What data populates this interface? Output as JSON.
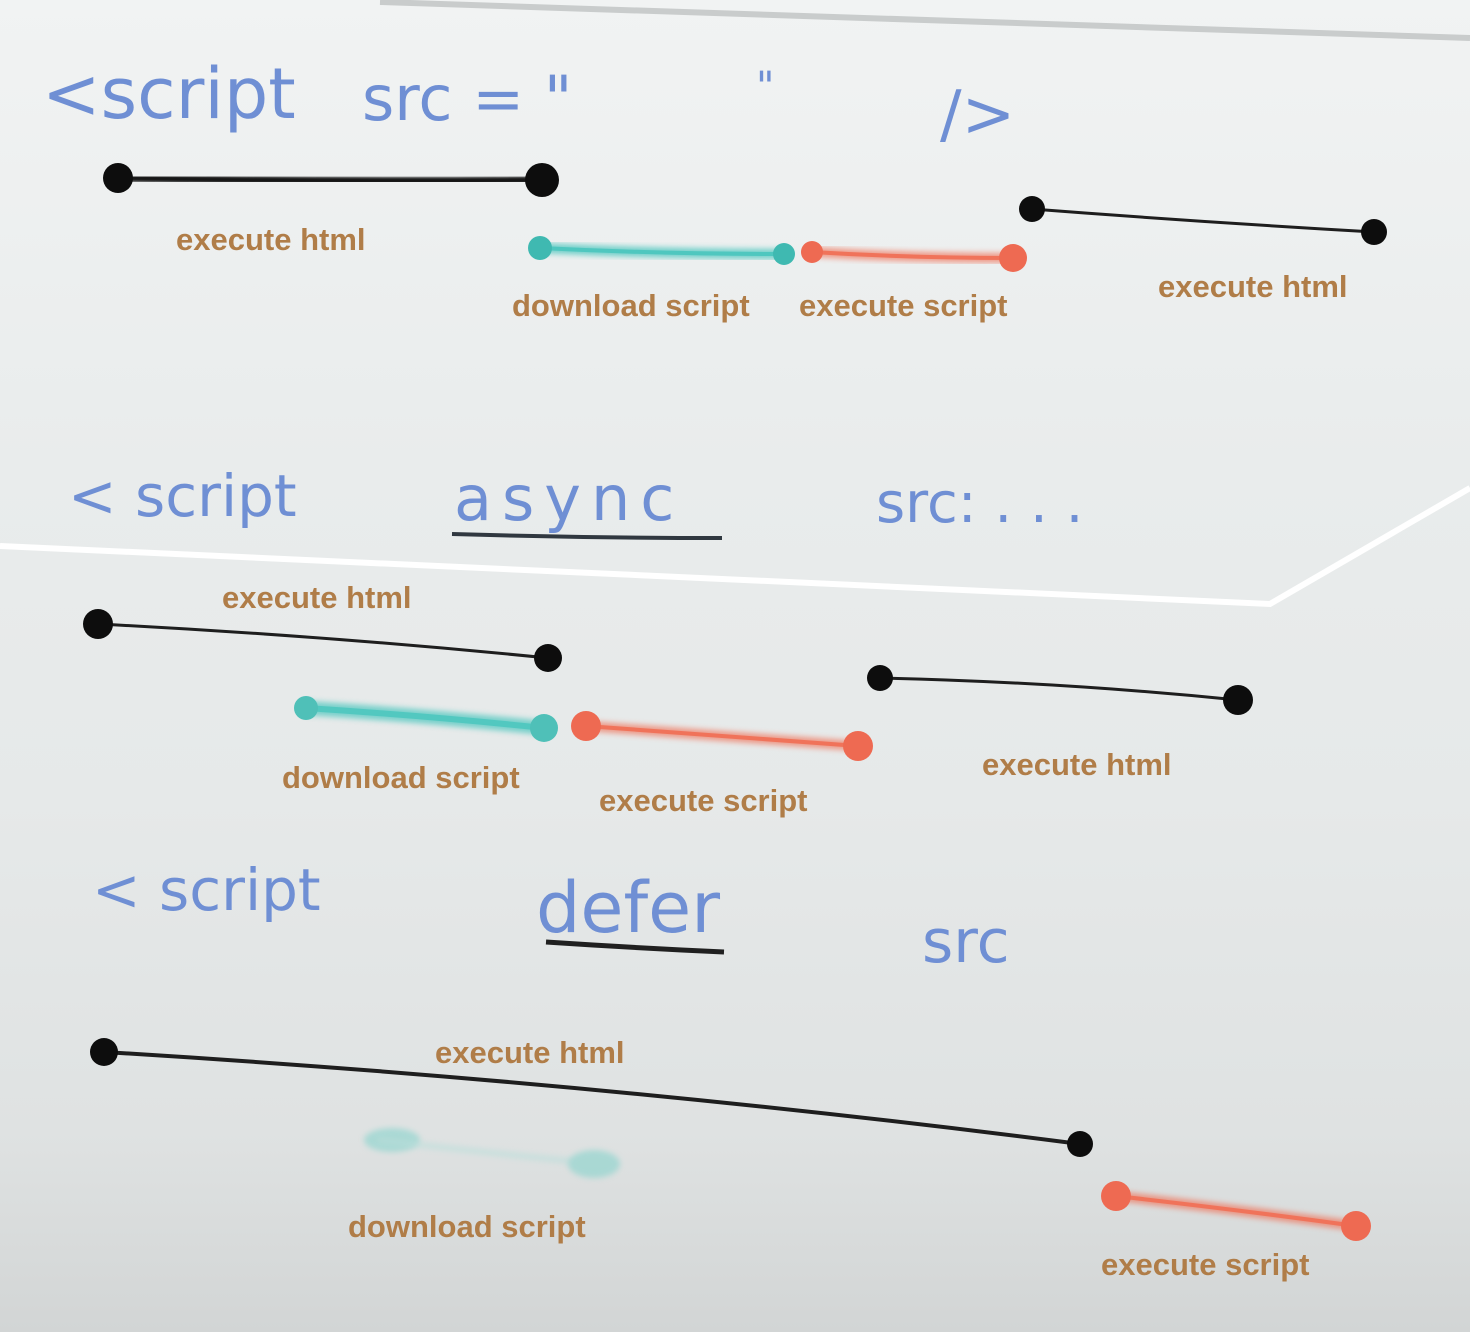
{
  "colors": {
    "label": "#b07d48",
    "html": "#111111",
    "download": "#4fc7bf",
    "execute": "#f0735a",
    "handwriting": "#6f8fd4"
  },
  "sections": [
    {
      "code": {
        "open": "<script",
        "attr": "",
        "src": "src = \"",
        "close_quote": "\"",
        "end": "/>"
      },
      "labels": {
        "html_1": "execute html",
        "download": "download script",
        "execute": "execute script",
        "html_2": "execute html"
      }
    },
    {
      "code": {
        "open": "< script",
        "attr": "async",
        "src": "src: . . ."
      },
      "labels": {
        "html_1": "execute html",
        "download": "download script",
        "execute": "execute script",
        "html_2": "execute html"
      }
    },
    {
      "code": {
        "open": "< script",
        "attr": "defer",
        "src": "src"
      },
      "labels": {
        "html_1": "execute html",
        "download": "download script",
        "execute": "execute script"
      }
    }
  ]
}
